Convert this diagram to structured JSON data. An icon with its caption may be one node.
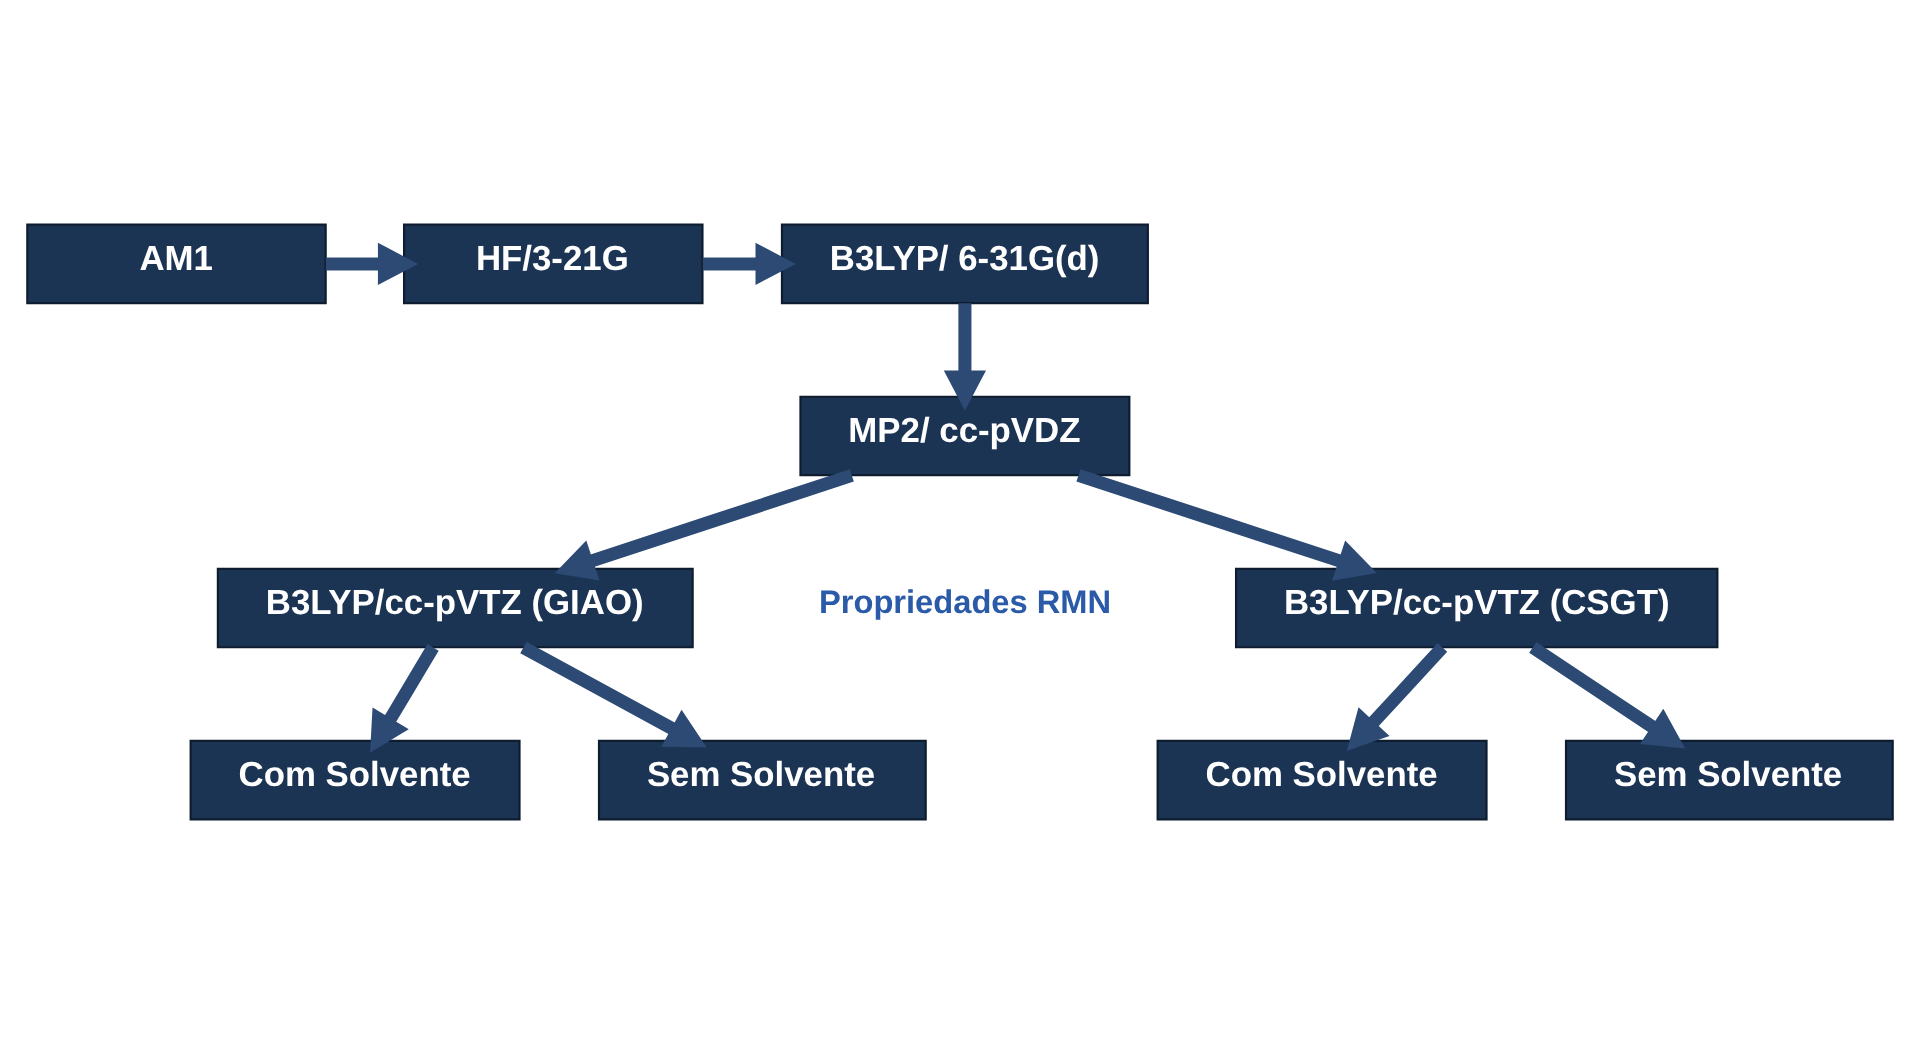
{
  "diagram": {
    "nodes": [
      {
        "text": [
          "AM1"
        ]
      },
      {
        "text": [
          "HF/3-21G"
        ]
      },
      {
        "text": [
          "B3LYP/ 6-31G(d)"
        ]
      },
      {
        "text": [
          "MP2/ cc-pVDZ"
        ]
      },
      {
        "text": [
          "B3LYP/cc-pVTZ (GIAO)"
        ]
      },
      {
        "text": [
          "B3LYP/cc-pVTZ (CSGT)"
        ]
      },
      {
        "text": [
          "Com Solvente"
        ]
      },
      {
        "text": [
          "Sem Solvente"
        ]
      },
      {
        "text": [
          "Com Solvente"
        ]
      },
      {
        "text": [
          "Sem Solvente"
        ]
      }
    ],
    "edges": [
      {
        "from": 0,
        "to": 1,
        "arrow": "to"
      },
      {
        "from": 1,
        "to": 2,
        "arrow": "to"
      },
      {
        "from": 2,
        "to": 3,
        "arrow": "to"
      },
      {
        "from": 3,
        "to": 4,
        "arrow": "to"
      },
      {
        "from": 3,
        "to": 5,
        "arrow": "to"
      },
      {
        "from": 4,
        "to": 6,
        "arrow": "to"
      },
      {
        "from": 4,
        "to": 7,
        "arrow": "to"
      },
      {
        "from": 5,
        "to": 8,
        "arrow": "to"
      },
      {
        "from": 5,
        "to": 9,
        "arrow": "to"
      }
    ],
    "labels": [
      "Propriedades RMN"
    ]
  }
}
